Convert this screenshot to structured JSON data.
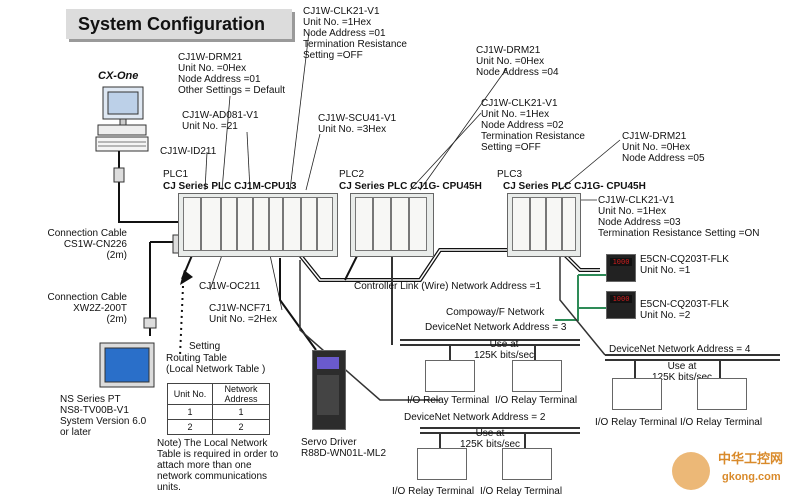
{
  "title": "System Configuration",
  "pc": {
    "label": "CX-One"
  },
  "cables": {
    "cable1": [
      "Connection Cable",
      "CS1W-CN226",
      "(2m)"
    ],
    "cable2": [
      "Connection Cable",
      "XW2Z-200T",
      "(2m)"
    ]
  },
  "pt": [
    "NS Series PT",
    "NS8-TV00B-V1",
    "System Version 6.0",
    "or later"
  ],
  "plc1": {
    "label": "PLC1",
    "series": "CJ Series  PLC CJ1M-CPU13",
    "units": {
      "drm": [
        "CJ1W-DRM21",
        "Unit No. =0Hex",
        "Node Address =01",
        "Other Settings = Default"
      ],
      "ad081": [
        "CJ1W-AD081-V1",
        "Unit No. =21"
      ],
      "id211": "CJ1W-ID211",
      "clk": [
        "CJ1W-CLK21-V1",
        "Unit No. =1Hex",
        "Node Address =01",
        "Termination Resistance",
        "Setting =OFF"
      ],
      "scu": [
        "CJ1W-SCU41-V1",
        "Unit No. =3Hex"
      ],
      "oc211": "CJ1W-OC211",
      "ncf": [
        "CJ1W-NCF71",
        "Unit No. =2Hex"
      ]
    }
  },
  "plc2": {
    "label": "PLC2",
    "series": "CJ Series PLC CJ1G- CPU45H",
    "units": {
      "drm": [
        "CJ1W-DRM21",
        "Unit No. =0Hex",
        "Node Address =04"
      ],
      "clk": [
        "CJ1W-CLK21-V1",
        "Unit No. =1Hex",
        "Node Address =02",
        "Termination Resistance",
        "Setting =OFF"
      ]
    }
  },
  "plc3": {
    "label": "PLC3",
    "series": "CJ Series PLC CJ1G- CPU45H",
    "units": {
      "drm": [
        "CJ1W-DRM21",
        "Unit No. =0Hex",
        "Node Address =05"
      ],
      "clk": [
        "CJ1W-CLK21-V1",
        "Unit No. =1Hex",
        "Node Address =03",
        "Termination Resistance Setting =ON"
      ]
    }
  },
  "controllers": {
    "c1": [
      "E5CN-CQ203T-FLK",
      "Unit No. =1"
    ],
    "c2": [
      "E5CN-CQ203T-FLK",
      "Unit No. =2"
    ],
    "display": "1000"
  },
  "networks": {
    "controller_link": "Controller Link (Wire) Network Address =1",
    "compoway": "Compoway/F Network",
    "devicenet3": "DeviceNet  Network Address = 3",
    "devicenet2": "DeviceNet  Network Address = 2",
    "devicenet4": "DeviceNet  Network Address = 4",
    "use_at": [
      "Use at",
      "125K bits/sec"
    ]
  },
  "relay_label": "I/O Relay Terminal",
  "setting": [
    "Setting",
    "Routing Table",
    "(Local Network Table )"
  ],
  "routing_table": {
    "headers": [
      "Unit No.",
      "Network Address"
    ],
    "rows": [
      [
        "1",
        "1"
      ],
      [
        "2",
        "2"
      ]
    ]
  },
  "note": [
    "Note) The Local Network",
    "Table is required in order to",
    "attach more than one",
    "network communications",
    "units."
  ],
  "servo": [
    "Servo Driver",
    "R88D-WN01L-ML2"
  ],
  "watermark": {
    "cn": "中华工控网",
    "url": "gkong.com"
  },
  "colors": {
    "title_bg": "#dcdcdc",
    "network_line": "#2e8b57",
    "controller_display": "#c81e1e",
    "pt_screen": "#2a6fc9"
  }
}
